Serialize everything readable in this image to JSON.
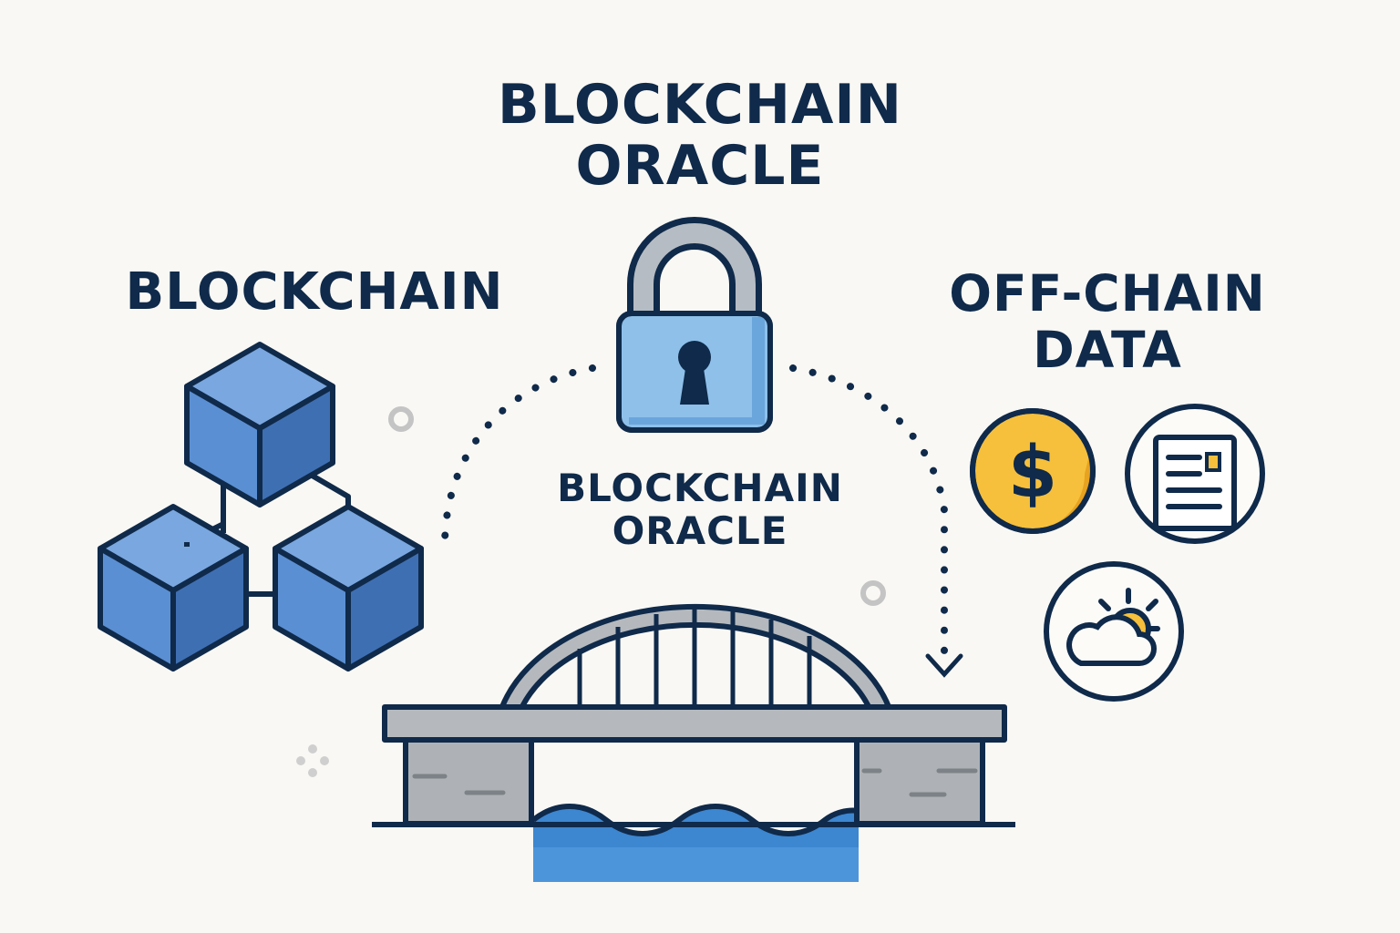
{
  "diagram": {
    "title_lines": [
      "BLOCKCHAIN",
      "ORACLE"
    ],
    "blockchain_label": "BLOCKCHAIN",
    "offchain_label_lines": [
      "OFF-CHAIN",
      "DATA"
    ],
    "bridge_label_lines": [
      "BLOCKCHAIN",
      "ORACLE"
    ]
  },
  "icons": {
    "lock": "padlock-icon",
    "blocks": "cube-cluster-icon",
    "bridge": "arch-bridge-icon",
    "price": "dollar-coin-icon",
    "document": "news-document-icon",
    "weather": "sun-cloud-icon",
    "arrow": "dotted-arrow-icon"
  },
  "colors": {
    "ink": "#0f2a4a",
    "cube_front": "#5b8fd3",
    "cube_side": "#3f6fb3",
    "lock_body": "#8ec0ea",
    "lock_shackle": "#b6bcc3",
    "coin": "#f6c03c",
    "coin_shade": "#e7a21f",
    "water": "#3d86d0",
    "bridge_gray": "#b5b9bd",
    "background": "#faf8f4"
  }
}
